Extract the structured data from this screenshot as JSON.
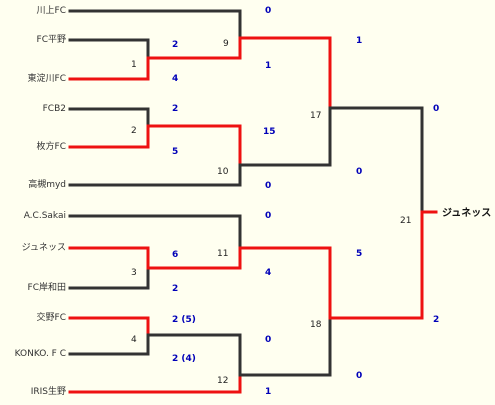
{
  "teams": [
    "川上FC",
    "FC平野",
    "東淀川FC",
    "FCB2",
    "枚方FC",
    "高槻myd",
    "A.C.Sakai",
    "ジュネッス",
    "FC岸和田",
    "交野FC",
    "KONKO. F C",
    "IRIS生野"
  ],
  "matches": {
    "m1": "1",
    "m2": "2",
    "m3": "3",
    "m4": "4",
    "m9": "9",
    "m10": "10",
    "m11": "11",
    "m12": "12",
    "m17": "17",
    "m18": "18",
    "m21": "21"
  },
  "scores": {
    "m1_top": "2",
    "m1_bot": "4",
    "m2_top": "2",
    "m2_bot": "5",
    "m3_top": "6",
    "m3_bot": "2",
    "m4_top": "2 (5)",
    "m4_bot": "2 (4)",
    "m9_top": "0",
    "m9_bot": "1",
    "m10_top": "15",
    "m10_bot": "0",
    "m11_top": "0",
    "m11_bot": "4",
    "m12_top": "0",
    "m12_bot": "1",
    "m17_top": "1",
    "m17_bot": "0",
    "m18_top": "5",
    "m18_bot": "0",
    "m21_top": "0",
    "m21_bot": "2"
  },
  "champion": "ジュネッス",
  "colors": {
    "winner_line": "#ee1111",
    "loser_line": "#333333",
    "score_text": "#0000b8"
  }
}
